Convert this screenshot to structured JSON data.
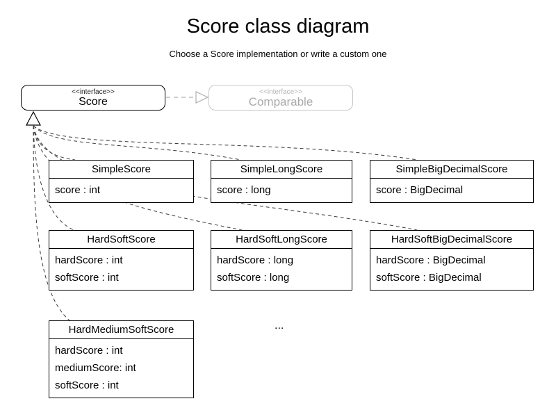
{
  "title": "Score class diagram",
  "subtitle": "Choose a Score implementation or write a custom one",
  "score_interface": {
    "stereotype": "<<interface>>",
    "name": "Score"
  },
  "comparable_interface": {
    "stereotype": "<<interface>>",
    "name": "Comparable"
  },
  "classes": [
    {
      "name": "SimpleScore",
      "attributes": [
        "score : int"
      ]
    },
    {
      "name": "SimpleLongScore",
      "attributes": [
        "score : long"
      ]
    },
    {
      "name": "SimpleBigDecimalScore",
      "attributes": [
        "score : BigDecimal"
      ]
    },
    {
      "name": "HardSoftScore",
      "attributes": [
        "hardScore : int",
        "softScore : int"
      ]
    },
    {
      "name": "HardSoftLongScore",
      "attributes": [
        "hardScore : long",
        "softScore : long"
      ]
    },
    {
      "name": "HardSoftBigDecimalScore",
      "attributes": [
        "hardScore : BigDecimal",
        "softScore : BigDecimal"
      ]
    },
    {
      "name": "HardMediumSoftScore",
      "attributes": [
        "hardScore : int",
        "mediumScore: int",
        "softScore : int"
      ]
    }
  ],
  "ellipsis": "...",
  "colors": {
    "line": "#3a3a3a",
    "muted": "#b0b0b0",
    "border": "#000000"
  }
}
